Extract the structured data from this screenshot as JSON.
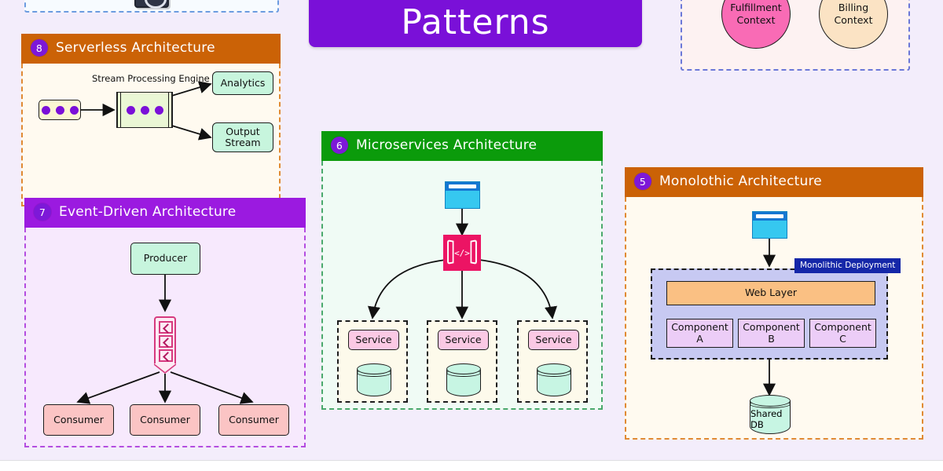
{
  "page": {
    "background_color": "#f3edfb",
    "title_banner": {
      "text": "Patterns",
      "color": "#7a10d8"
    }
  },
  "clipped_top_card": {
    "icon_name": "monolith-dark-icon",
    "border_color": "#6c9ce0"
  },
  "contexts_card": {
    "border_color": "#6b78d8",
    "circles": [
      {
        "label": "Fulfillment\nContext",
        "line1": "Fulfillment",
        "line2": "Context",
        "color": "#f96bb5"
      },
      {
        "label": "Billing\nContext",
        "line1": "Billing",
        "line2": "Context",
        "color": "#fbe3c4"
      }
    ]
  },
  "panels": [
    {
      "number": "8",
      "title": "Serverless Architecture",
      "header_color": "#cb6206",
      "body_color": "#fffaf0",
      "border_color": "#e08a33"
    },
    {
      "number": "7",
      "title": "Event-Driven Architecture",
      "header_color": "#9b1ae0",
      "body_color": "#f7e9fd",
      "border_color": "#b44de0"
    },
    {
      "number": "6",
      "title": "Microservices Architecture",
      "header_color": "#0b9b0b",
      "body_color": "#f0fbf5",
      "border_color": "#4aa96c"
    },
    {
      "number": "5",
      "title": "Monolothic Architecture",
      "header_color": "#cb6206",
      "body_color": "#fffaf0",
      "border_color": "#e08a33"
    }
  ],
  "serverless": {
    "caption": "Stream Processing Engine",
    "source_dots": 3,
    "engine_dots": 3,
    "dot_color": "#7a10d8",
    "outputs": [
      {
        "label": "Analytics"
      },
      {
        "line1": "Output",
        "line2": "Stream"
      }
    ]
  },
  "event_driven": {
    "producer": "Producer",
    "queue_segments": 3,
    "consumers": [
      {
        "label": "Consumer"
      },
      {
        "label": "Consumer"
      },
      {
        "label": "Consumer"
      }
    ]
  },
  "microservices": {
    "client_icon": "browser-icon",
    "gateway_icon": "api-gateway-icon",
    "gateway_glyph": "</>",
    "services": [
      {
        "label": "Service",
        "db_icon": "database-cylinder-icon"
      },
      {
        "label": "Service",
        "db_icon": "database-cylinder-icon"
      },
      {
        "label": "Service",
        "db_icon": "database-cylinder-icon"
      }
    ]
  },
  "monolithic": {
    "client_icon": "browser-icon",
    "deployment_label": "Monolithic Deployment",
    "web_layer": "Web Layer",
    "components": [
      {
        "label": "Component A"
      },
      {
        "label": "Component B"
      },
      {
        "label": "Component C"
      }
    ],
    "database": "Shared DB"
  }
}
